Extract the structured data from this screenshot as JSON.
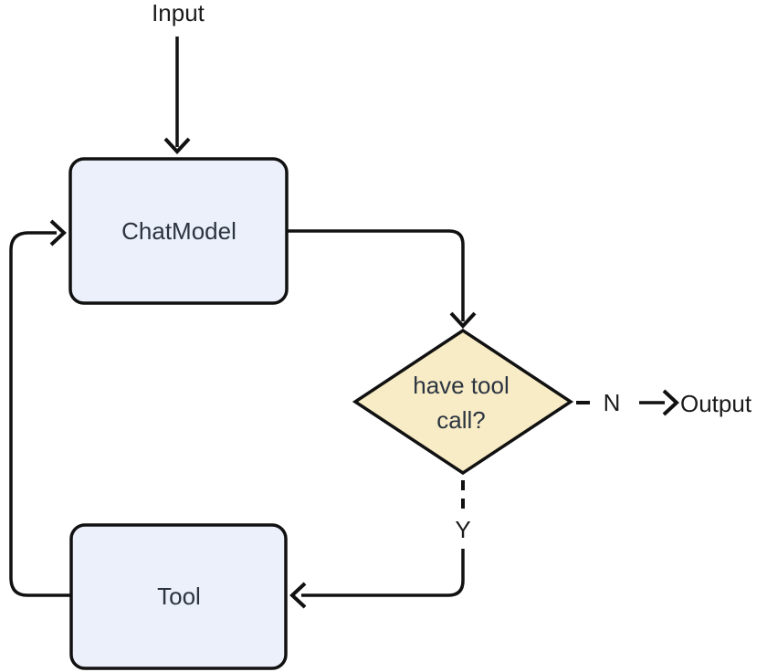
{
  "diagram": {
    "type": "flowchart",
    "background": "#ffffff",
    "nodes": {
      "input_label": "Input",
      "chat_model_label": "ChatModel",
      "decision_label": "have tool call?",
      "decision_label_line1": "have tool",
      "decision_label_line2": "call?",
      "tool_label": "Tool",
      "output_label": "Output"
    },
    "edges": {
      "no_branch_label": "N",
      "yes_branch_label": "Y"
    },
    "colors": {
      "process_fill": "#ecf0fa",
      "decision_fill": "#f8ecc6",
      "stroke": "#111111",
      "node_text": "#2b3440",
      "label_text": "#1b1b1b"
    }
  }
}
